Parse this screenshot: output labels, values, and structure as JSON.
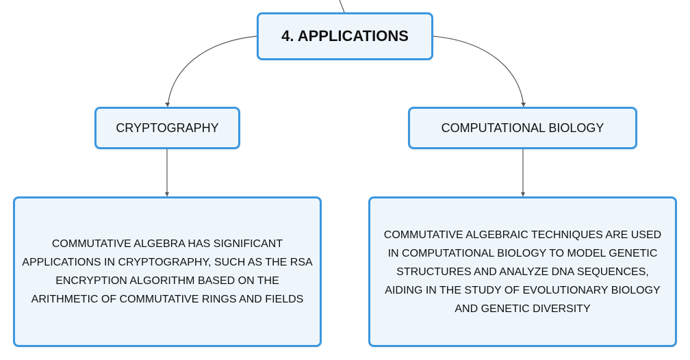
{
  "diagram": {
    "root": {
      "label": "4. APPLICATIONS"
    },
    "branches": [
      {
        "label": "CRYPTOGRAPHY",
        "detail": "COMMUTATIVE ALGEBRA HAS SIGNIFICANT APPLICATIONS IN CRYPTOGRAPHY, SUCH AS THE RSA ENCRYPTION ALGORITHM BASED ON THE ARITHMETIC OF COMMUTATIVE RINGS AND FIELDS"
      },
      {
        "label": "COMPUTATIONAL BIOLOGY",
        "detail": "COMMUTATIVE ALGEBRAIC TECHNIQUES ARE USED IN COMPUTATIONAL BIOLOGY TO MODEL GENETIC STRUCTURES AND ANALYZE DNA SEQUENCES, AIDING IN THE STUDY OF EVOLUTIONARY BIOLOGY AND GENETIC DIVERSITY"
      }
    ],
    "colors": {
      "node_border": "#3a97e0",
      "node_fill": "#eef6fc",
      "connector": "#555555",
      "text": "#111111"
    }
  }
}
